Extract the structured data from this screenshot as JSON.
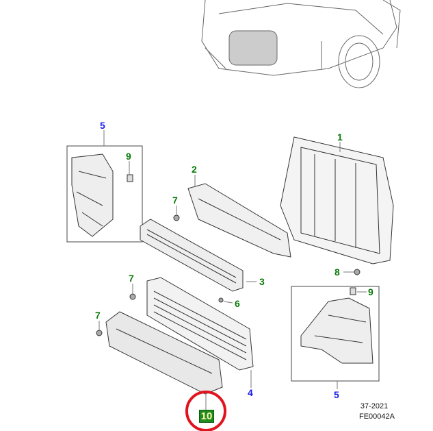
{
  "callouts": {
    "c5_top": "5",
    "c9_top": "9",
    "c2": "2",
    "c7_a": "7",
    "c1": "1",
    "c3": "3",
    "c8": "8",
    "c6": "6",
    "c7_b": "7",
    "c7_c": "7",
    "c9_right": "9",
    "c4": "4",
    "c5_bottom": "5",
    "c10": "10"
  },
  "footer": {
    "date_code": "37-2021",
    "figure_id": "FE00042A"
  },
  "colors": {
    "callout_green": "#0a7a0a",
    "callout_blue": "#1a1aee",
    "highlight_circle": "#e0141e"
  }
}
